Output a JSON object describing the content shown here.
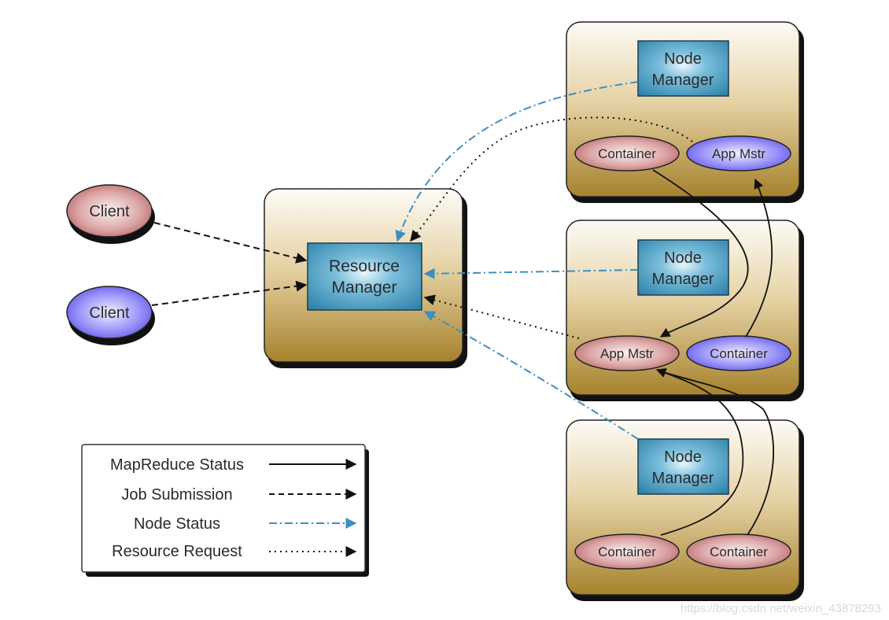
{
  "diagram": {
    "title": "YARN Architecture",
    "colors": {
      "node_status": "#3d8fbf",
      "job_submission": "#111111",
      "resource_request": "#111111",
      "mapreduce_status": "#111111",
      "client_red": "#c97878",
      "client_blue": "#7b72f0",
      "manager_box": "#3a91b8",
      "node_panel_top": "#fbf7ee",
      "node_panel_bottom": "#a8842f"
    },
    "clients": [
      {
        "label": "Client",
        "color": "red"
      },
      {
        "label": "Client",
        "color": "blue"
      }
    ],
    "resource_manager": {
      "label_line1": "Resource",
      "label_line2": "Manager"
    },
    "nodes": [
      {
        "manager": {
          "label_line1": "Node",
          "label_line2": "Manager"
        },
        "left": {
          "label": "Container",
          "color": "red"
        },
        "right": {
          "label": "App Mstr",
          "color": "blue"
        }
      },
      {
        "manager": {
          "label_line1": "Node",
          "label_line2": "Manager"
        },
        "left": {
          "label": "App Mstr",
          "color": "red"
        },
        "right": {
          "label": "Container",
          "color": "blue"
        }
      },
      {
        "manager": {
          "label_line1": "Node",
          "label_line2": "Manager"
        },
        "left": {
          "label": "Container",
          "color": "red"
        },
        "right": {
          "label": "Container",
          "color": "red"
        }
      }
    ],
    "legend": [
      {
        "label": "MapReduce Status",
        "style": "solid"
      },
      {
        "label": "Job Submission",
        "style": "dashed"
      },
      {
        "label": "Node Status",
        "style": "dash-dot"
      },
      {
        "label": "Resource Request",
        "style": "dotted"
      }
    ],
    "watermark": "https://blog.csdn.net/weixin_43878293"
  }
}
